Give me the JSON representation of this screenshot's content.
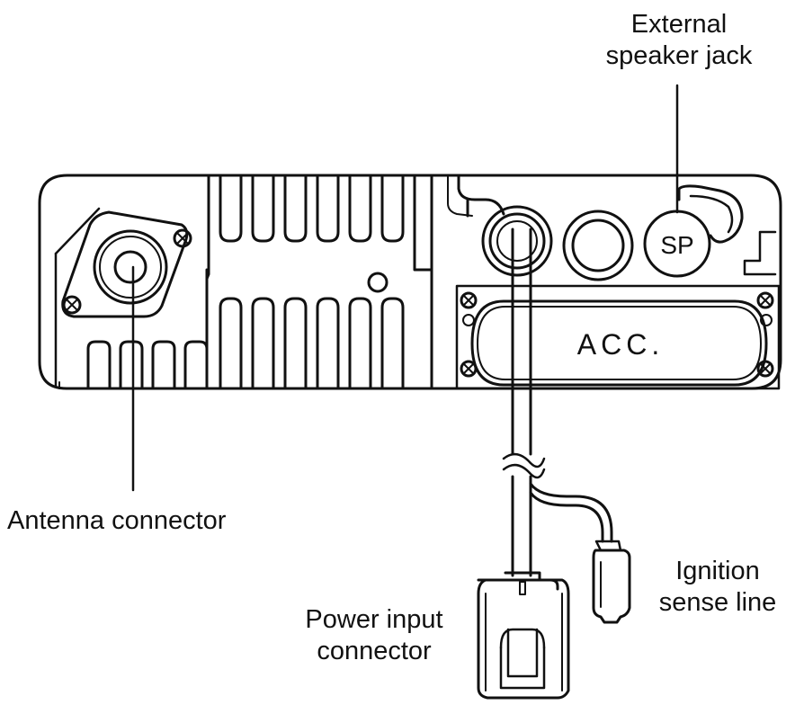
{
  "labels": {
    "speaker_jack": [
      "External",
      "speaker jack"
    ],
    "antenna": "Antenna connector",
    "power_input": [
      "Power input",
      "connector"
    ],
    "ignition": [
      "Ignition",
      "sense line"
    ]
  },
  "panel_text": {
    "sp": "SP",
    "acc": "ACC."
  },
  "colors": {
    "line": "#111111",
    "background": "#ffffff"
  }
}
